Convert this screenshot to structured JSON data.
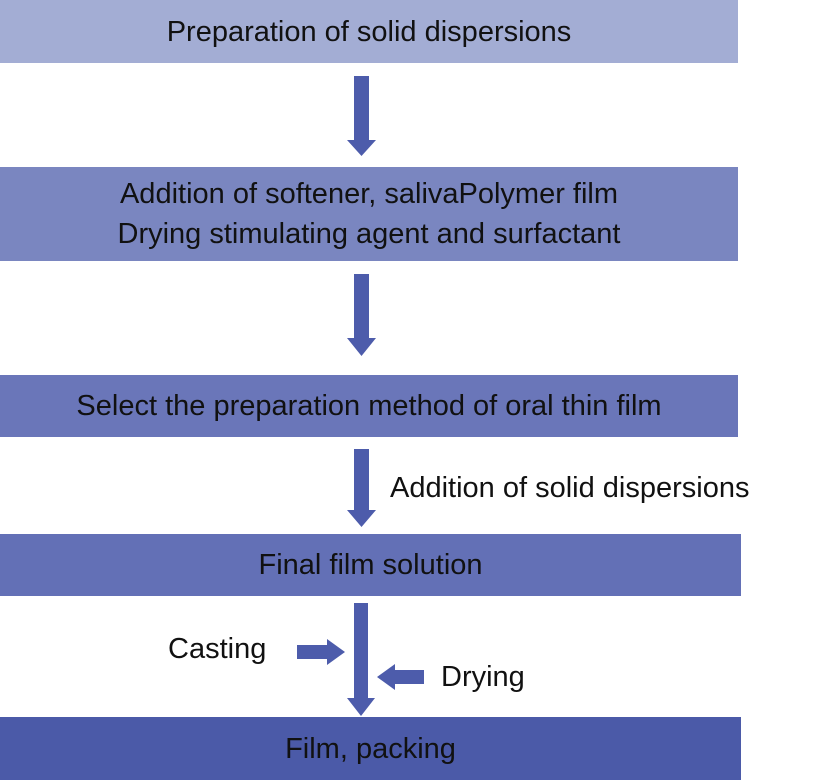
{
  "steps": [
    {
      "lines": [
        "Preparation of solid dispersions"
      ]
    },
    {
      "lines": [
        "Addition of softener, salivaPolymer film",
        "Drying stimulating agent and surfactant"
      ]
    },
    {
      "lines": [
        "Select the preparation method of oral thin film"
      ]
    },
    {
      "lines": [
        "Final film solution"
      ]
    },
    {
      "lines": [
        "Film, packing"
      ]
    }
  ],
  "labels": {
    "addition": "Addition of solid dispersions",
    "casting": "Casting",
    "drying": "Drying"
  },
  "colors": {
    "arrow": "#4d5cab",
    "step1": "#a3add4",
    "step2": "#7a86c0",
    "step3": "#6a76b9",
    "step4": "#6370b6",
    "step5": "#4b5aa8"
  }
}
